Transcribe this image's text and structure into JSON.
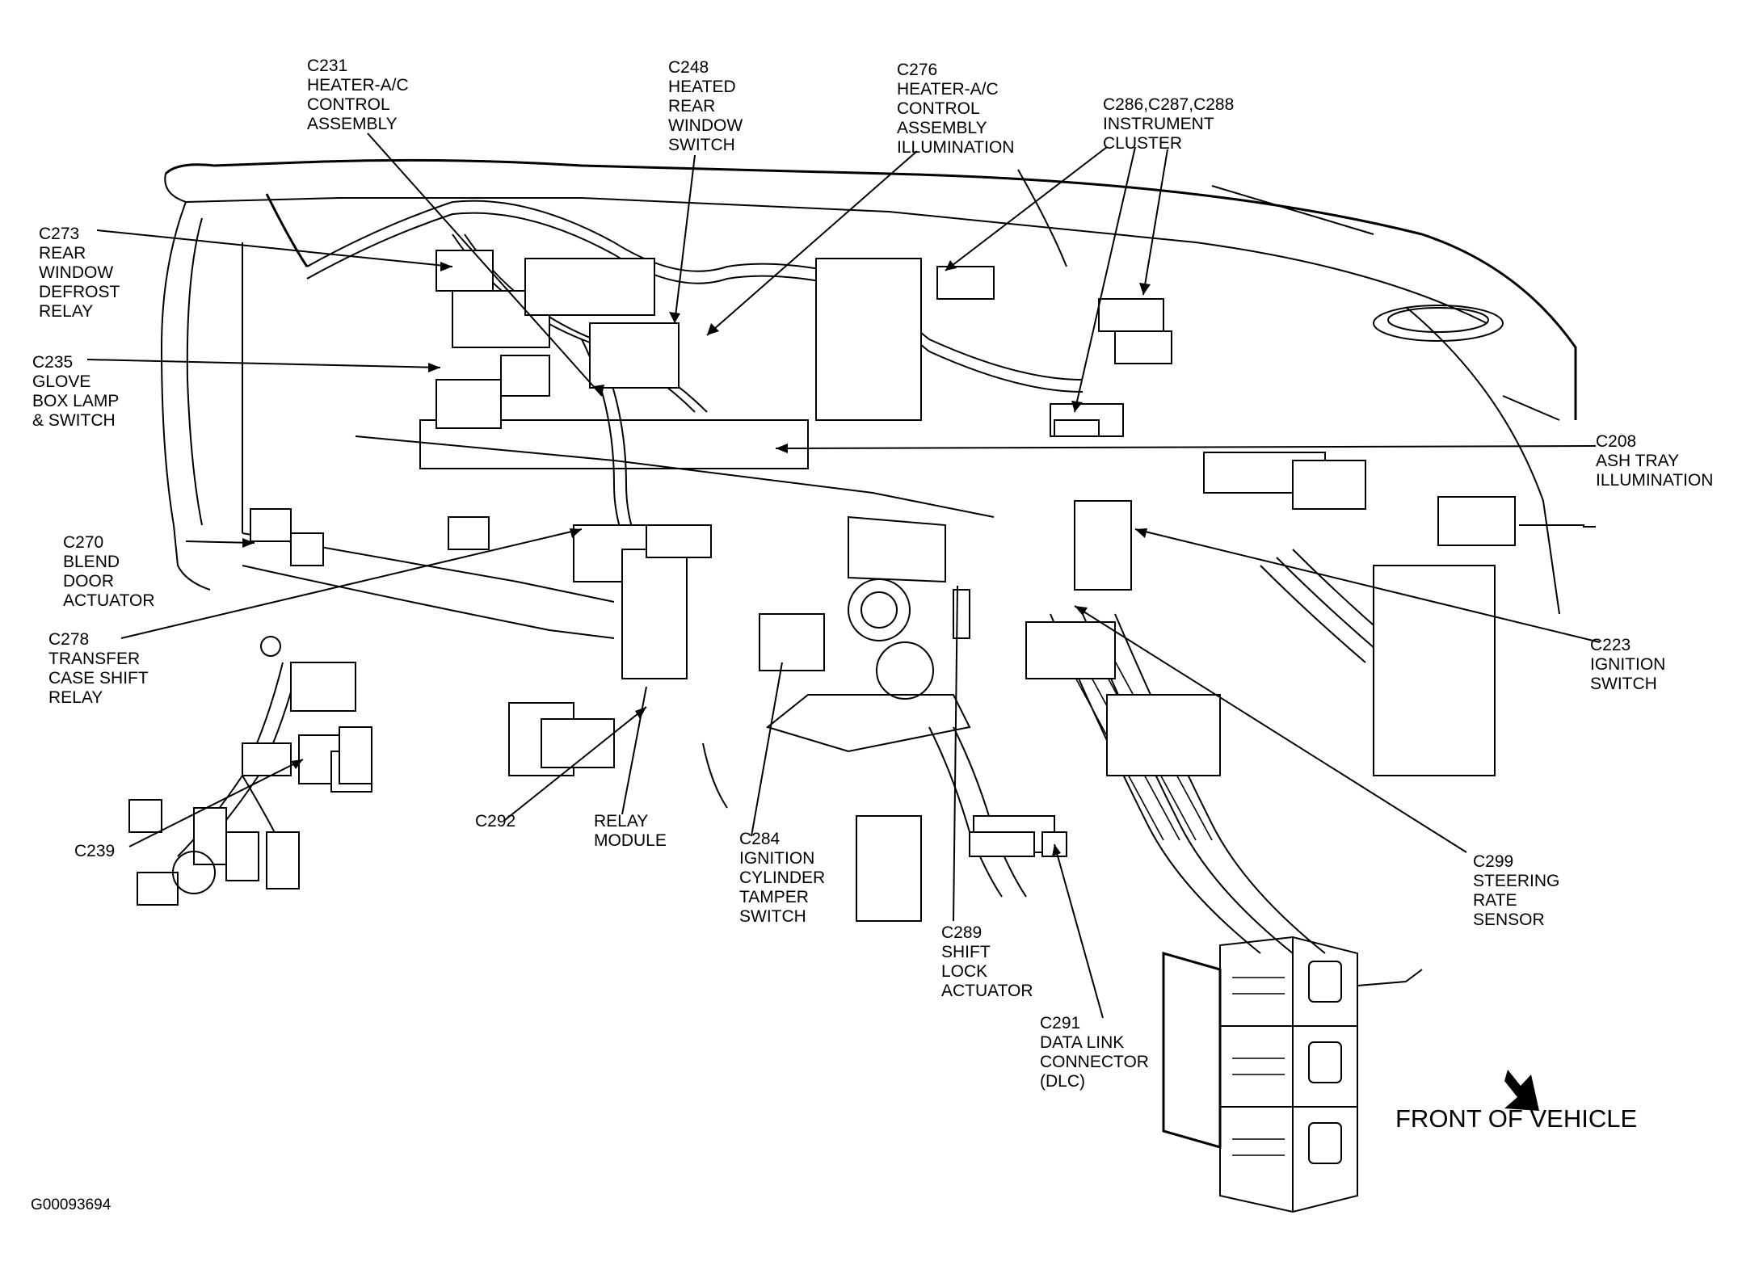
{
  "callouts": [
    {
      "id": "c231",
      "lines": [
        "C231",
        "HEATER-A/C",
        "CONTROL",
        "ASSEMBLY"
      ]
    },
    {
      "id": "c248",
      "lines": [
        "C248",
        "HEATED",
        "REAR",
        "WINDOW",
        "SWITCH"
      ]
    },
    {
      "id": "c276",
      "lines": [
        "C276",
        "HEATER-A/C",
        "CONTROL",
        "ASSEMBLY",
        "ILLUMINATION"
      ]
    },
    {
      "id": "c286",
      "lines": [
        "C286,C287,C288",
        "INSTRUMENT",
        "CLUSTER"
      ]
    },
    {
      "id": "c273",
      "lines": [
        "C273",
        "REAR",
        "WINDOW",
        "DEFROST",
        "RELAY"
      ]
    },
    {
      "id": "c235",
      "lines": [
        "C235",
        "GLOVE",
        "BOX LAMP",
        "& SWITCH"
      ]
    },
    {
      "id": "c208",
      "lines": [
        "C208",
        "ASH TRAY",
        "ILLUMINATION"
      ]
    },
    {
      "id": "c270",
      "lines": [
        "C270",
        "BLEND",
        "DOOR",
        "ACTUATOR"
      ]
    },
    {
      "id": "c278",
      "lines": [
        "C278",
        "TRANSFER",
        "CASE SHIFT",
        "RELAY"
      ]
    },
    {
      "id": "c223",
      "lines": [
        "C223",
        "IGNITION",
        "SWITCH"
      ]
    },
    {
      "id": "c239",
      "lines": [
        "C239"
      ]
    },
    {
      "id": "c292",
      "lines": [
        "C292"
      ]
    },
    {
      "id": "relay",
      "lines": [
        "RELAY",
        "MODULE"
      ]
    },
    {
      "id": "c284",
      "lines": [
        "C284",
        "IGNITION",
        "CYLINDER",
        "TAMPER",
        "SWITCH"
      ]
    },
    {
      "id": "c299",
      "lines": [
        "C299",
        "STEERING",
        "RATE",
        "SENSOR"
      ]
    },
    {
      "id": "c289",
      "lines": [
        "C289",
        "SHIFT",
        "LOCK",
        "ACTUATOR"
      ]
    },
    {
      "id": "c291",
      "lines": [
        "C291",
        "DATA LINK",
        "CONNECTOR",
        "(DLC)"
      ]
    }
  ],
  "front_label": "FRONT OF VEHICLE",
  "figure_code": "G00093694",
  "colors": {
    "ink": "#000000",
    "paper": "#ffffff"
  },
  "icons": {
    "front_arrow": "arrow-southwest-icon"
  }
}
